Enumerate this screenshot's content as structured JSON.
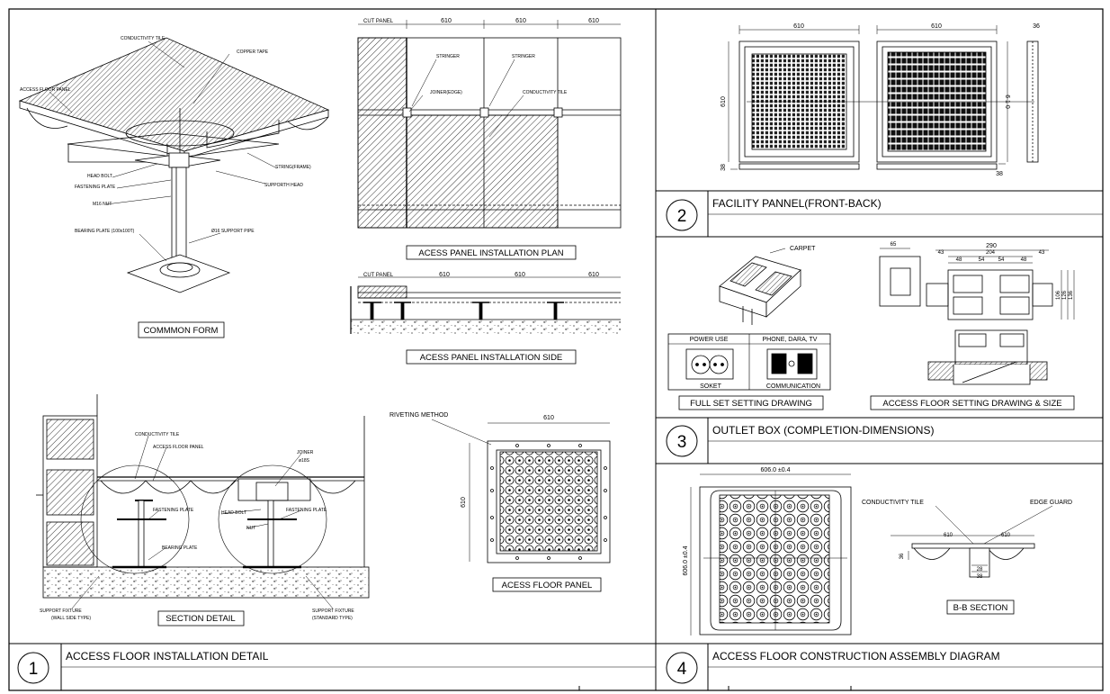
{
  "panel1": {
    "number": "1",
    "title": "ACCESS FLOOR INSTALLATION DETAIL",
    "common_form": {
      "caption": "COMMMON FORM",
      "labels": {
        "conductivity_tile": "CONDUCTIVITY TILE",
        "copper_tape": "COPPER TAPE",
        "access_floor_panel": "ACCESS FLOOR PANEL",
        "head_bolt": "HEAD BOLT",
        "fastening_plate": "FASTENING PLATE",
        "m16_nut": "M16 NUT",
        "bearing_plate": "BEARING PLATE (100x100T)",
        "support_pipe": "Ø16 SUPPORT PIPE",
        "string_frame": "STRING(FRAME)",
        "support_head": "SUPPORTH HEAD"
      }
    },
    "plan": {
      "caption": "ACESS PANEL INSTALLATION PLAN",
      "cut_panel": "CUT PANEL",
      "dims": [
        "610",
        "610",
        "610"
      ],
      "labels": {
        "stringer1": "STRINGER",
        "stringer2": "STRINGER",
        "joiner": "JOINER(EDGE)",
        "conductivity_tile": "CONDUCTIVITY TILE"
      }
    },
    "side": {
      "caption": "ACESS PANEL INSTALLATION SIDE",
      "cut_panel": "CUT PANEL",
      "dims": [
        "610",
        "610",
        "610"
      ]
    },
    "section": {
      "caption": "SECTION DETAIL",
      "labels": {
        "conductivity_tile": "CONDUCTIVITY TILE",
        "access_floor_panel": "ACCESS FLOOR PANEL",
        "joiner": "JOINER",
        "joiner_sub": "ø18S",
        "fastening_plate_l": "FASTENING PLATE",
        "bearing_plate": "BEARING PLATE",
        "head_bolt": "HEAD BOLT",
        "fastening_plate_r": "FASTENING PLATE",
        "nut": "NUT",
        "fixture_wall": "SUPPORT FIXTURE",
        "fixture_wall_sub": "(WALL SIDE TYPE)",
        "fixture_std": "SUPPORT FIXTURE",
        "fixture_std_sub": "(STANDARD TYPE)"
      }
    },
    "floor_panel": {
      "caption": "ACESS FLOOR PANEL",
      "riveting": "RIVETING METHOD",
      "dim_w": "610",
      "dim_h": "610"
    }
  },
  "panel2": {
    "number": "2",
    "title": "FACILITY PANNEL(FRONT-BACK)",
    "dim_front_w": "610",
    "dim_back_w": "610",
    "dim_front_h": "610",
    "dim_back_h": "6 1 0",
    "dim_side_t": "36",
    "dim_front_b": "38",
    "dim_back_b": "38"
  },
  "panel3": {
    "number": "3",
    "title": "OUTLET BOX (COMPLETION-DIMENSIONS)",
    "carpet": "CARPET",
    "power_use": "POWER USE",
    "phone": "PHONE, DARA, TV",
    "soket": "SOKET",
    "communication": "COMMUNICATION",
    "full_set": "FULL SET SETTING DRAWING",
    "floor_setting": "ACCESS FLOOR SETTING DRAWING & SIZE",
    "dims": {
      "d65": "65",
      "d290": "290",
      "d204": "204",
      "d43a": "43",
      "d43b": "43",
      "d48a": "48",
      "d54a": "54",
      "d54b": "54",
      "d48b": "48",
      "d106": "106",
      "d126": "126",
      "d136": "136"
    }
  },
  "panel4": {
    "number": "4",
    "title": "ACCESS FLOOR CONSTRUCTION ASSEMBLY DIAGRAM",
    "dim_w": "606.0 ±0.4",
    "dim_h": "606.0 ±0.4",
    "conductivity_tile": "CONDUCTIVITY TILE",
    "edge_guard": "EDGE GUARD",
    "d610a": "610",
    "d610b": "610",
    "d36": "36",
    "d28": "28",
    "d38": "38",
    "bb_section": "B-B SECTION"
  }
}
